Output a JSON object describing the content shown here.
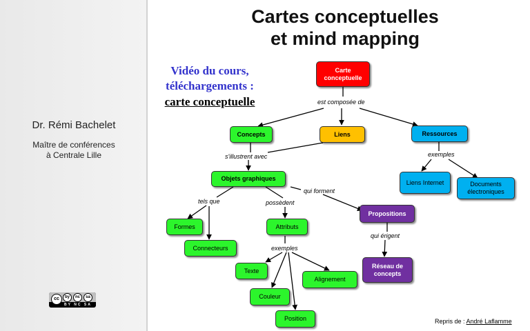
{
  "title_line1": "Cartes conceptuelles",
  "title_line2": "et mind mapping",
  "sidebar": {
    "author_name": "Dr. Rémi Bachelet",
    "role_line1": "Maître de conférences",
    "role_line2": "à Centrale Lille",
    "license": {
      "symbols": [
        "cc",
        "by",
        "nc",
        "sa"
      ],
      "labels": "BY NC SA"
    }
  },
  "video_link": {
    "line1": "Vidéo du cours,",
    "line2": "téléchargements :",
    "line3": "carte conceptuelle",
    "colors": {
      "link": "#3333cc"
    }
  },
  "nodes": {
    "carte": "Carte conceptuelle",
    "concepts": "Concepts",
    "liens": "Liens",
    "ressources": "Ressources",
    "objets": "Objets graphiques",
    "liens_internet": "Liens Internet",
    "documents": "Documents électroniques",
    "formes": "Formes",
    "connecteurs": "Connecteurs",
    "attributs": "Attributs",
    "propositions": "Propositions",
    "texte": "Texte",
    "alignement": "Alignement",
    "couleur": "Couleur",
    "position": "Position",
    "reseau": "Réseau de concepts"
  },
  "relations": {
    "est_composee_de": "est composée de",
    "exemples_ressources": "exemples",
    "sillustrent_avec": "s'illustrent avec",
    "qui_forment": "qui forment",
    "tels_que": "tels que",
    "possedent": "possèdent",
    "qui_erigent": "qui érigent",
    "exemples_attributs": "exemples"
  },
  "colors": {
    "red": "#ff0000",
    "green": "#2cf52c",
    "orange": "#ffc000",
    "blue": "#00b0f0",
    "purple": "#7030a0"
  },
  "credit": {
    "prefix": "Repris de :",
    "author": "André Laflamme"
  }
}
